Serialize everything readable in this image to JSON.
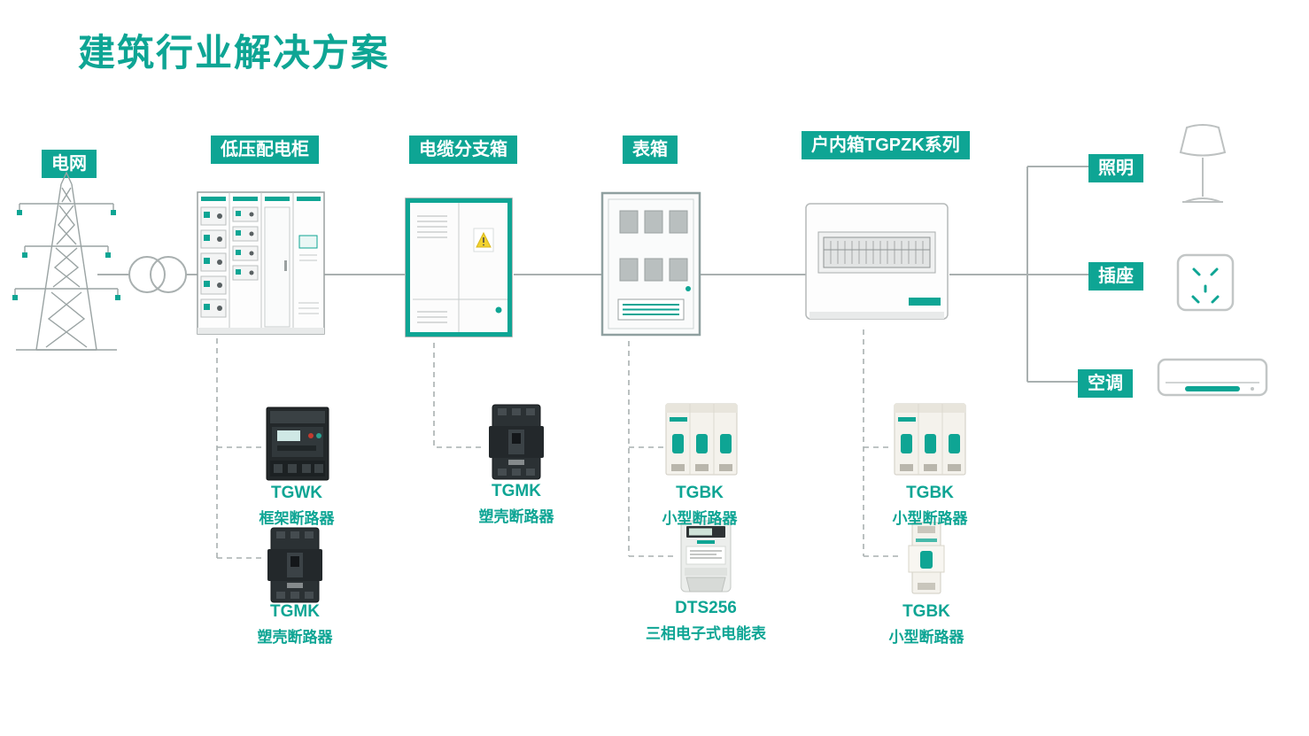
{
  "title": "建筑行业解决方案",
  "colors": {
    "accent": "#0EA594",
    "line": "#A9B0B0"
  },
  "stages": {
    "grid": {
      "label": "电网"
    },
    "lv_cabinet": {
      "label": "低压配电柜"
    },
    "cable_box": {
      "label": "电缆分支箱"
    },
    "meter_box": {
      "label": "表箱"
    },
    "indoor_box": {
      "label": "户内箱TGPZK系列"
    }
  },
  "loads": {
    "lighting": {
      "label": "照明"
    },
    "socket": {
      "label": "插座"
    },
    "aircon": {
      "label": "空调"
    }
  },
  "products": [
    {
      "name": "TGWK",
      "desc": "框架断路器"
    },
    {
      "name": "TGMK",
      "desc": "塑壳断路器"
    },
    {
      "name": "TGMK",
      "desc": "塑壳断路器"
    },
    {
      "name": "TGBK",
      "desc": "小型断路器"
    },
    {
      "name": "DTS256",
      "desc": "三相电子式电能表"
    },
    {
      "name": "TGBK",
      "desc": "小型断路器"
    },
    {
      "name": "TGBK",
      "desc": "小型断路器"
    }
  ]
}
